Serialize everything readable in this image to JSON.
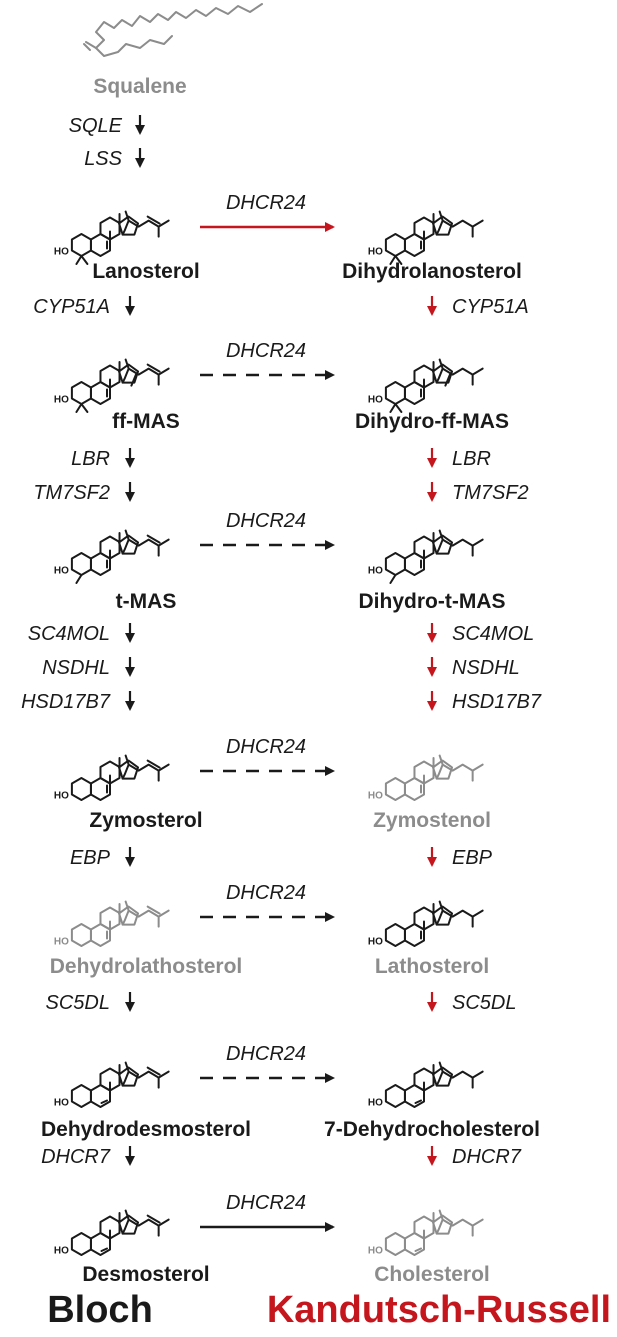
{
  "colors": {
    "black": "#1a1a1a",
    "grey": "#8c8c8c",
    "red": "#c4161c"
  },
  "top_compound": {
    "name": "Squalene",
    "color": "grey"
  },
  "top_steps": [
    {
      "enzyme": "SQLE"
    },
    {
      "enzyme": "LSS"
    }
  ],
  "bloch": [
    {
      "name": "Lanosterol",
      "color": "black",
      "mol": "lanosterol"
    },
    {
      "name": "ff-MAS",
      "color": "black",
      "mol": "ffmas"
    },
    {
      "name": "t-MAS",
      "color": "black",
      "mol": "tmas"
    },
    {
      "name": "Zymosterol",
      "color": "black",
      "mol": "zymosterol"
    },
    {
      "name": "Dehydrolathosterol",
      "color": "grey",
      "mol": "lathosterol"
    },
    {
      "name": "Dehydrodesmosterol",
      "color": "black",
      "mol": "desmosterol"
    },
    {
      "name": "Desmosterol",
      "color": "black",
      "mol": "desmosterol"
    }
  ],
  "kr": [
    {
      "name": "Dihydrolanosterol",
      "color": "black",
      "mol": "lanosterol"
    },
    {
      "name": "Dihydro-ff-MAS",
      "color": "black",
      "mol": "ffmas"
    },
    {
      "name": "Dihydro-t-MAS",
      "color": "black",
      "mol": "tmas"
    },
    {
      "name": "Zymostenol",
      "color": "grey",
      "mol": "zymosterol"
    },
    {
      "name": "Lathosterol",
      "color": "grey",
      "mol": "lathosterol"
    },
    {
      "name": "7-Dehydrocholesterol",
      "color": "black",
      "mol": "desmosterol"
    },
    {
      "name": "Cholesterol",
      "color": "grey",
      "mol": "desmosterol"
    }
  ],
  "bloch_steps": [
    [
      "CYP51A"
    ],
    [
      "LBR",
      "TM7SF2"
    ],
    [
      "SC4MOL",
      "NSDHL",
      "HSD17B7"
    ],
    [
      "EBP"
    ],
    [
      "SC5DL"
    ],
    [
      "DHCR7"
    ]
  ],
  "kr_steps": [
    [
      "CYP51A"
    ],
    [
      "LBR",
      "TM7SF2"
    ],
    [
      "SC4MOL",
      "NSDHL",
      "HSD17B7"
    ],
    [
      "EBP"
    ],
    [
      "SC5DL"
    ],
    [
      "DHCR7"
    ]
  ],
  "cross_steps": [
    {
      "enzyme": "DHCR24",
      "style": "solid",
      "color": "red"
    },
    {
      "enzyme": "DHCR24",
      "style": "dashed",
      "color": "black"
    },
    {
      "enzyme": "DHCR24",
      "style": "dashed",
      "color": "black"
    },
    {
      "enzyme": "DHCR24",
      "style": "dashed",
      "color": "black"
    },
    {
      "enzyme": "DHCR24",
      "style": "dashed",
      "color": "black"
    },
    {
      "enzyme": "DHCR24",
      "style": "dashed",
      "color": "black"
    },
    {
      "enzyme": "DHCR24",
      "style": "solid",
      "color": "black"
    }
  ],
  "hydroxyl_label": "HO",
  "pathways": [
    {
      "name": "Bloch",
      "color": "black"
    },
    {
      "name": "Kandutsch-Russell",
      "color": "red"
    }
  ]
}
